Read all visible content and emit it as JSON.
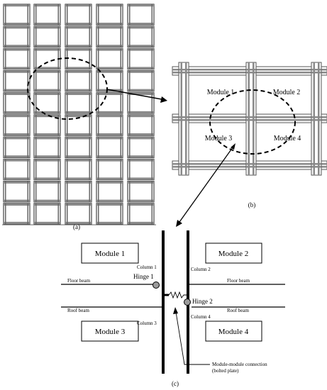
{
  "panels": {
    "a": {
      "label": "(a)"
    },
    "b": {
      "label": "(b)",
      "modules": [
        "Module 1",
        "Module 2",
        "Module 3",
        "Module 4"
      ]
    },
    "c": {
      "label": "(c)",
      "modules": [
        "Module 1",
        "Module 2",
        "Module 3",
        "Module 4"
      ],
      "columns": [
        "Column 1",
        "Column 2",
        "Column 3",
        "Column 4"
      ],
      "floor_beam_left": "Floor beam",
      "floor_beam_right": "Floor beam",
      "roof_beam_left": "Roof beam",
      "roof_beam_right": "Roof beam",
      "hinge_1": "Hinge 1",
      "hinge_2": "Hinge 2",
      "connection_line1": "Module-module connection",
      "connection_line2": "(bolted plate)"
    }
  }
}
